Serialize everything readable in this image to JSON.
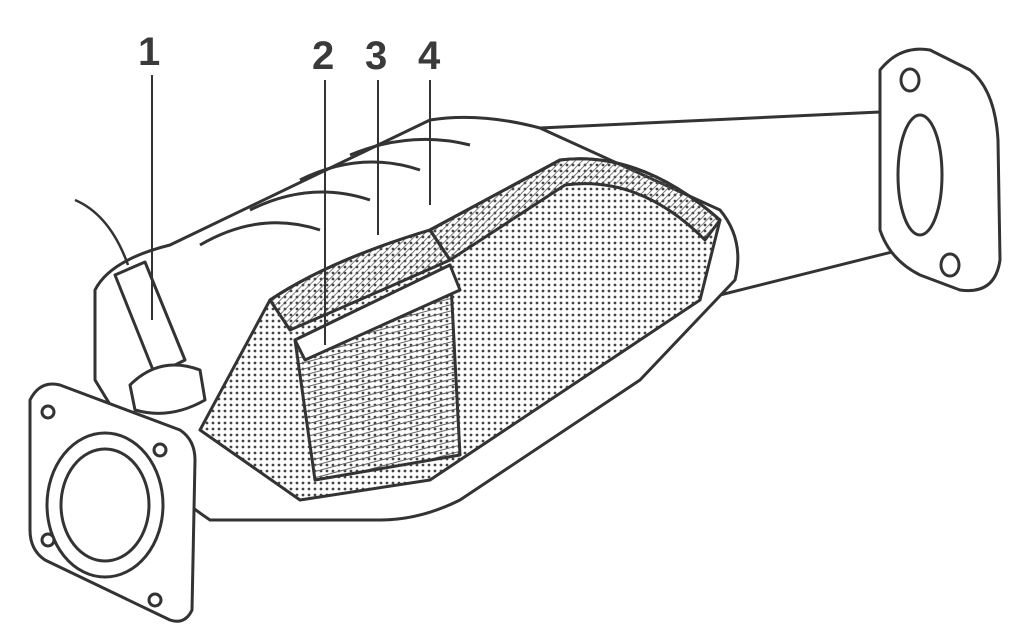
{
  "diagram": {
    "callouts": [
      {
        "label": "1"
      },
      {
        "label": "2"
      },
      {
        "label": "3"
      },
      {
        "label": "4"
      }
    ],
    "colors": {
      "line": "#333333",
      "fill": "#ffffff",
      "hatch": "#555555"
    }
  }
}
